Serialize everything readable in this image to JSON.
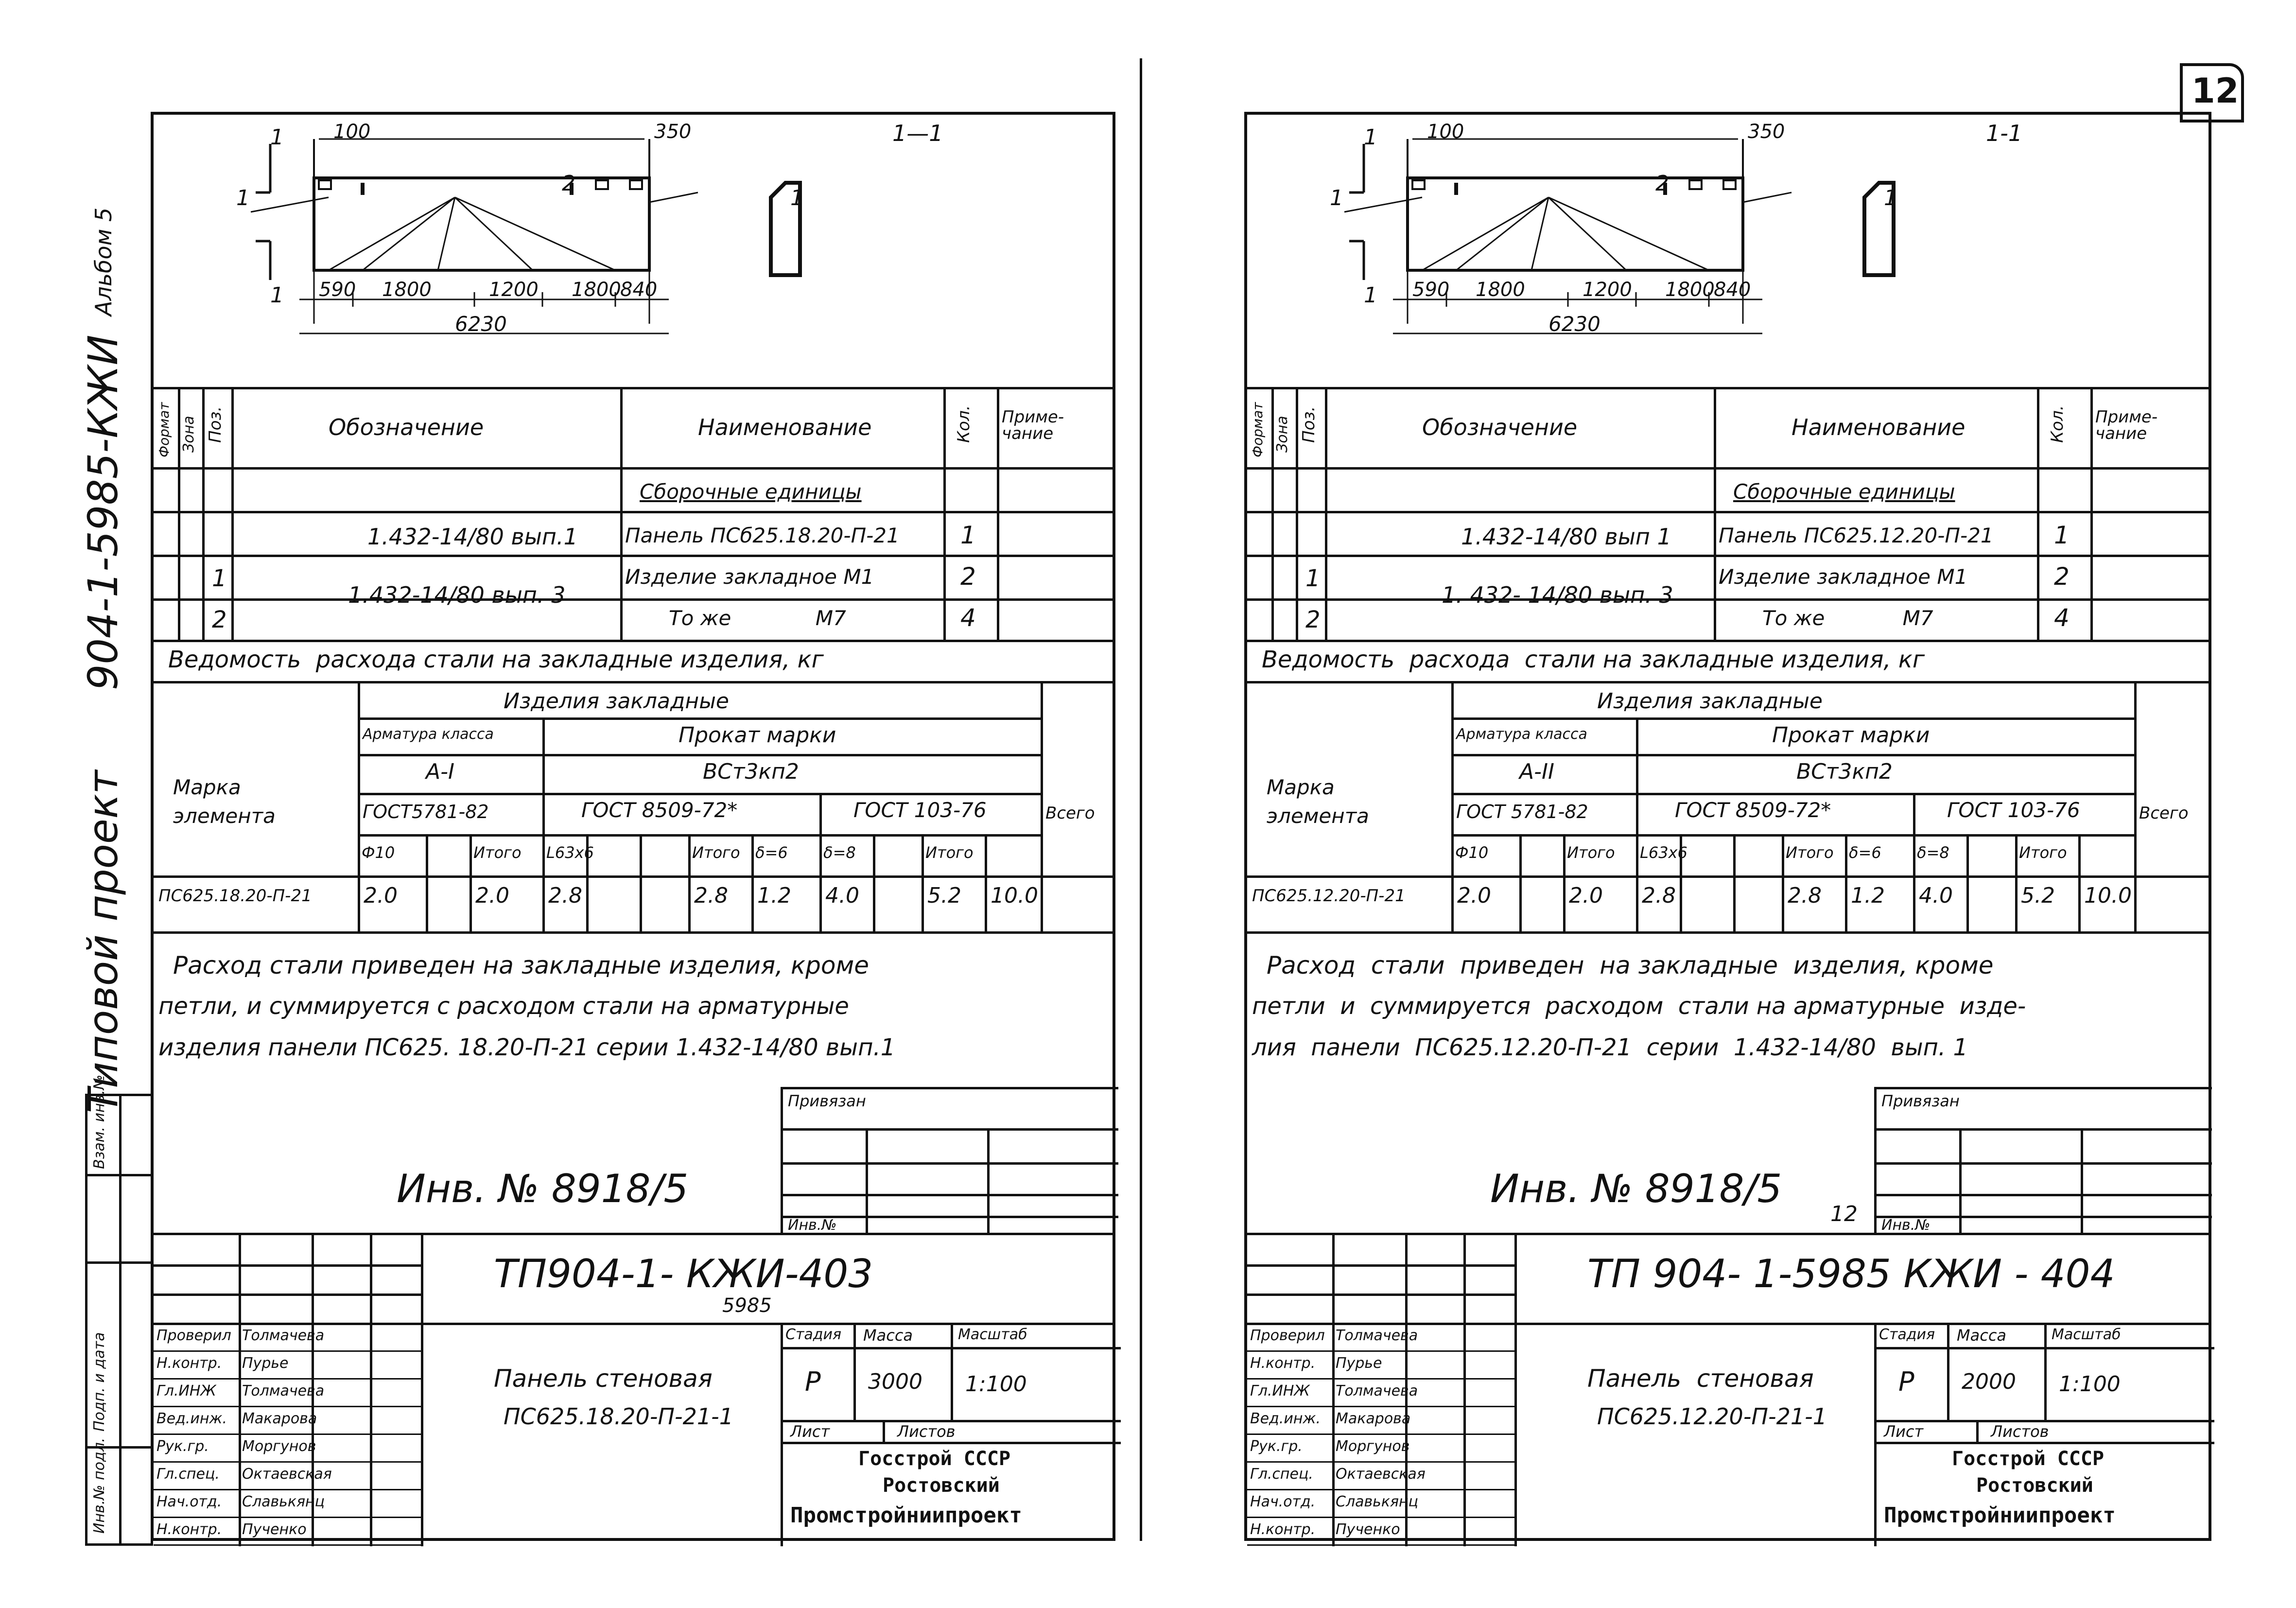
{
  "page_number": "12",
  "side_label": {
    "album": "Альбом 5",
    "series": "904-1-5985-КЖИ",
    "project": "Типовой проект"
  },
  "side_stamp_cells": [
    "Инв.№ подл.",
    "Подп. и дата",
    "Взам. инв.№"
  ],
  "sheets": [
    {
      "drawing": {
        "dim_top_left": "100",
        "dim_top_right": "350",
        "pos_1": "1",
        "pos_2": "2",
        "cut_mark": "1",
        "section_label": "1—1",
        "dims_bottom": [
          "590",
          "1800",
          "1200",
          "1800",
          "840"
        ],
        "total_length": "6230"
      },
      "spec": {
        "headers": {
          "format": "Формат",
          "zone": "Зона",
          "pos": "Поз.",
          "designation": "Обозначение",
          "name": "Наименование",
          "qty": "Кол.",
          "note": "Приме-чание"
        },
        "group_title": "Сборочные единицы",
        "rows": [
          {
            "pos": "",
            "designation": "1.432-14/80 вып.1",
            "name": "Панель ПСб25.18.20-П-21",
            "qty": "1"
          },
          {
            "pos": "1",
            "designation": "1.432-14/80 вып. 3",
            "name": "Изделие закладное М1",
            "qty": "2"
          },
          {
            "pos": "2",
            "designation": "",
            "name": "То же             М7",
            "qty": "4"
          }
        ]
      },
      "steel": {
        "title": "Ведомость  расхода стали на закладные изделия, кг",
        "group": "Изделия закладные",
        "element_mark": "Марка элемента",
        "rebar_class_hdr": "Арматура класса",
        "rebar_class": "А-I",
        "rolled_hdr": "Прокат марки",
        "rolled_mark": "ВСт3кп2",
        "gost1": "ГОСТ5781-82",
        "gost2": "ГОСТ 8509-72*",
        "gost3": "ГОСТ 103-76",
        "total_hdr": "Всего",
        "sub": [
          "Ф10",
          "",
          "Итого",
          "L63x6",
          "",
          "",
          "Итого",
          "δ=6",
          "δ=8",
          "",
          "Итого"
        ],
        "row_label": "ПС625.18.20-П-21",
        "values": [
          "2.0",
          "",
          "2.0",
          "2.8",
          "",
          "",
          "2.8",
          "1.2",
          "4.0",
          "",
          "5.2",
          "10.0"
        ]
      },
      "note_lines": [
        "Расход стали приведен на закладные изделия, кроме",
        "петли, и суммируется с расходом стали на арматурные",
        "изделия панели ПС625. 18.20-П-21 серии 1.432-14/80 вып.1"
      ],
      "privyazan": "Привязан",
      "inv_no_small": "Инв.№",
      "inv_no": "Инв. № 8918/5",
      "sheet_num": "",
      "doc_code": "ТП904-1- КЖИ-403",
      "doc_code_sub": "5985",
      "title_text": [
        "Панель стеновая",
        "ПС625.18.20-П-21-1"
      ],
      "roles": [
        {
          "role": "Проверил",
          "name": "Толмачева"
        },
        {
          "role": "Н.контр.",
          "name": "Пурье"
        },
        {
          "role": "Гл.ИНЖ",
          "name": "Толмачева"
        },
        {
          "role": "Вед.инж.",
          "name": "Макарова"
        },
        {
          "role": "Рук.гр.",
          "name": "Моргунов"
        },
        {
          "role": "Гл.спец.",
          "name": "Октаевская"
        },
        {
          "role": "Нач.отд.",
          "name": "Славькянц"
        },
        {
          "role": "Н.контр.",
          "name": "Пученко"
        }
      ],
      "stage_hdr": "Стадия",
      "mass_hdr": "Масса",
      "scale_hdr": "Масштаб",
      "stage": "Р",
      "mass": "3000",
      "scale": "1:100",
      "list_hdr": "Лист",
      "lists_hdr": "Листов",
      "org": [
        "Госстрой СССР",
        "Ростовский",
        "Промстройниипроект"
      ]
    },
    {
      "drawing": {
        "dim_top_left": "100",
        "dim_top_right": "350",
        "pos_1": "1",
        "pos_2": "2",
        "cut_mark": "1",
        "section_label": "1-1",
        "dims_bottom": [
          "590",
          "1800",
          "1200",
          "1800",
          "840"
        ],
        "total_length": "6230"
      },
      "spec": {
        "headers": {
          "format": "Формат",
          "zone": "Зона",
          "pos": "Поз.",
          "designation": "Обозначение",
          "name": "Наименование",
          "qty": "Кол.",
          "note": "Приме-чание"
        },
        "group_title": "Сборочные единицы",
        "rows": [
          {
            "pos": "",
            "designation": "1.432-14/80 вып 1",
            "name": "Панель ПС625.12.20-П-21",
            "qty": "1"
          },
          {
            "pos": "1",
            "designation": "1. 432- 14/80 вып. 3",
            "name": "Изделие закладное М1",
            "qty": "2"
          },
          {
            "pos": "2",
            "designation": "",
            "name": "То же            М7",
            "qty": "4"
          }
        ]
      },
      "steel": {
        "title": "Ведомость  расхода  стали на закладные изделия, кг",
        "group": "Изделия  закладные",
        "element_mark": "Марка элемента",
        "rebar_class_hdr": "Арматура класса",
        "rebar_class": "А-II",
        "rolled_hdr": "Прокат марки",
        "rolled_mark": "ВСт3кп2",
        "gost1": "ГОСТ 5781-82",
        "gost2": "ГОСТ 8509-72*",
        "gost3": "ГОСТ 103-76",
        "total_hdr": "Всего",
        "sub": [
          "Ф10",
          "",
          "Итого",
          "L63x6",
          "",
          "",
          "Итого",
          "δ=6",
          "δ=8",
          "",
          "Итого"
        ],
        "row_label": "ПС625.12.20-П-21",
        "values": [
          "2.0",
          "",
          "2.0",
          "2.8",
          "",
          "",
          "2.8",
          "1.2",
          "4.0",
          "",
          "5.2",
          "10.0"
        ]
      },
      "note_lines": [
        "Расход  стали  приведен  на закладные  изделия, кроме",
        "петли  и  суммируется  расходом  стали на арматурные  изде-",
        "лия  панели  ПС625.12.20-П-21  серии  1.432-14/80  вып. 1"
      ],
      "privyazan": "Привязан",
      "inv_no_small": "Инв.№",
      "inv_no": "Инв. № 8918/5",
      "sheet_num": "12",
      "doc_code": "ТП 904- 1-5985 КЖИ - 404",
      "doc_code_sub": "",
      "title_text": [
        "Панель  стеновая",
        "ПС625.12.20-П-21-1"
      ],
      "roles": [
        {
          "role": "Проверил",
          "name": "Толмачева"
        },
        {
          "role": "Н.контр.",
          "name": "Пурье"
        },
        {
          "role": "Гл.ИНЖ",
          "name": "Толмачева"
        },
        {
          "role": "Вед.инж.",
          "name": "Макарова"
        },
        {
          "role": "Рук.гр.",
          "name": "Моргунов"
        },
        {
          "role": "Гл.спец.",
          "name": "Октаевская"
        },
        {
          "role": "Нач.отд.",
          "name": "Славькянц"
        },
        {
          "role": "Н.контр.",
          "name": "Пученко"
        }
      ],
      "stage_hdr": "Стадия",
      "mass_hdr": "Масса",
      "scale_hdr": "Масштаб",
      "stage": "Р",
      "mass": "2000",
      "scale": "1:100",
      "list_hdr": "Лист",
      "lists_hdr": "Листов",
      "org": [
        "Госстрой СССР",
        "Ростовский",
        "Промстройниипроект"
      ]
    }
  ]
}
